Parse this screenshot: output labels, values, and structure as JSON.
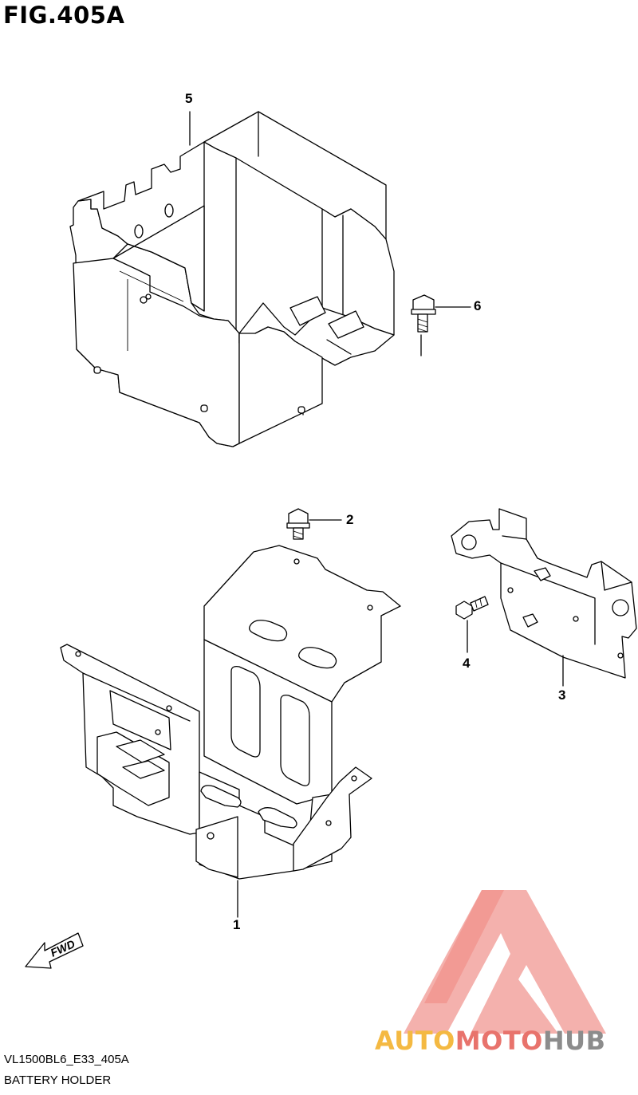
{
  "figure": {
    "title": "FIG.405A"
  },
  "callouts": [
    {
      "id": "1",
      "label": "1"
    },
    {
      "id": "2",
      "label": "2"
    },
    {
      "id": "3",
      "label": "3"
    },
    {
      "id": "4",
      "label": "4"
    },
    {
      "id": "5",
      "label": "5"
    },
    {
      "id": "6",
      "label": "6"
    }
  ],
  "direction_marker": {
    "label": "FWD"
  },
  "footer": {
    "code": "VL1500BL6_E33_405A",
    "caption": "BATTERY HOLDER"
  },
  "watermark": {
    "part_a": "AUTO",
    "part_b": "MOTO",
    "part_c": "HUB",
    "colors": {
      "a": "#f4b942",
      "b": "#e8736c",
      "c": "#8c8c8c"
    }
  }
}
